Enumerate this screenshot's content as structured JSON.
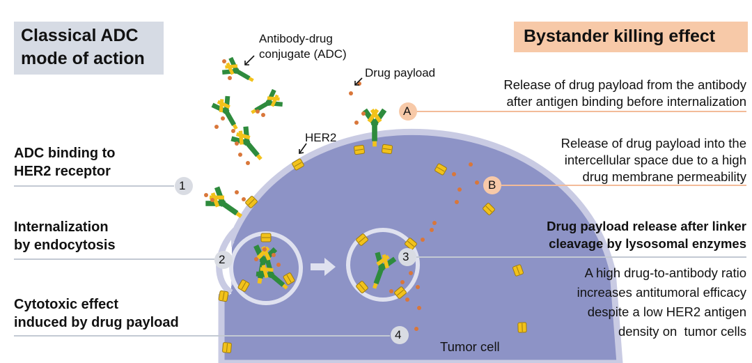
{
  "left_title": "Classical ADC\nmode of action",
  "right_title": "Bystander killing effect",
  "labels": {
    "adc": "Antibody-drug\nconjugate (ADC)",
    "payload": "Drug payload",
    "her2": "HER2",
    "tumor_cell": "Tumor cell"
  },
  "left_steps": [
    {
      "number": "1",
      "text": "ADC binding to\nHER2 receptor"
    },
    {
      "number": "2",
      "text": "Internalization\nby endocytosis"
    },
    {
      "number": "4",
      "text": "Cytotoxic effect\ninduced by drug payload"
    }
  ],
  "right_steps": [
    {
      "letter": "A",
      "text": "Release of drug payload from the antibody\nafter antigen binding before internalization"
    },
    {
      "letter": "B",
      "text": "Release of drug payload into the\nintercellular space due to a high\ndrug membrane permeability"
    }
  ],
  "step3": {
    "number": "3",
    "heading": "Drug payload release after linker\ncleavage by lysosomal enzymes",
    "text": "A high drug-to-antibody ratio\nincreases antitumoral efficacy\ndespite a low HER2 antigen\ndensity on  tumor cells"
  },
  "colors": {
    "cell_fill": "#8d93c6",
    "membrane": "#c9cbe3",
    "antibody_green": "#2e8b3d",
    "antibody_yellow": "#f2c21b",
    "payload_orange": "#d9773a",
    "peach": "#f7c9a8",
    "grey_box": "#d6dbe4",
    "circle_grey": "#d9dce3"
  }
}
